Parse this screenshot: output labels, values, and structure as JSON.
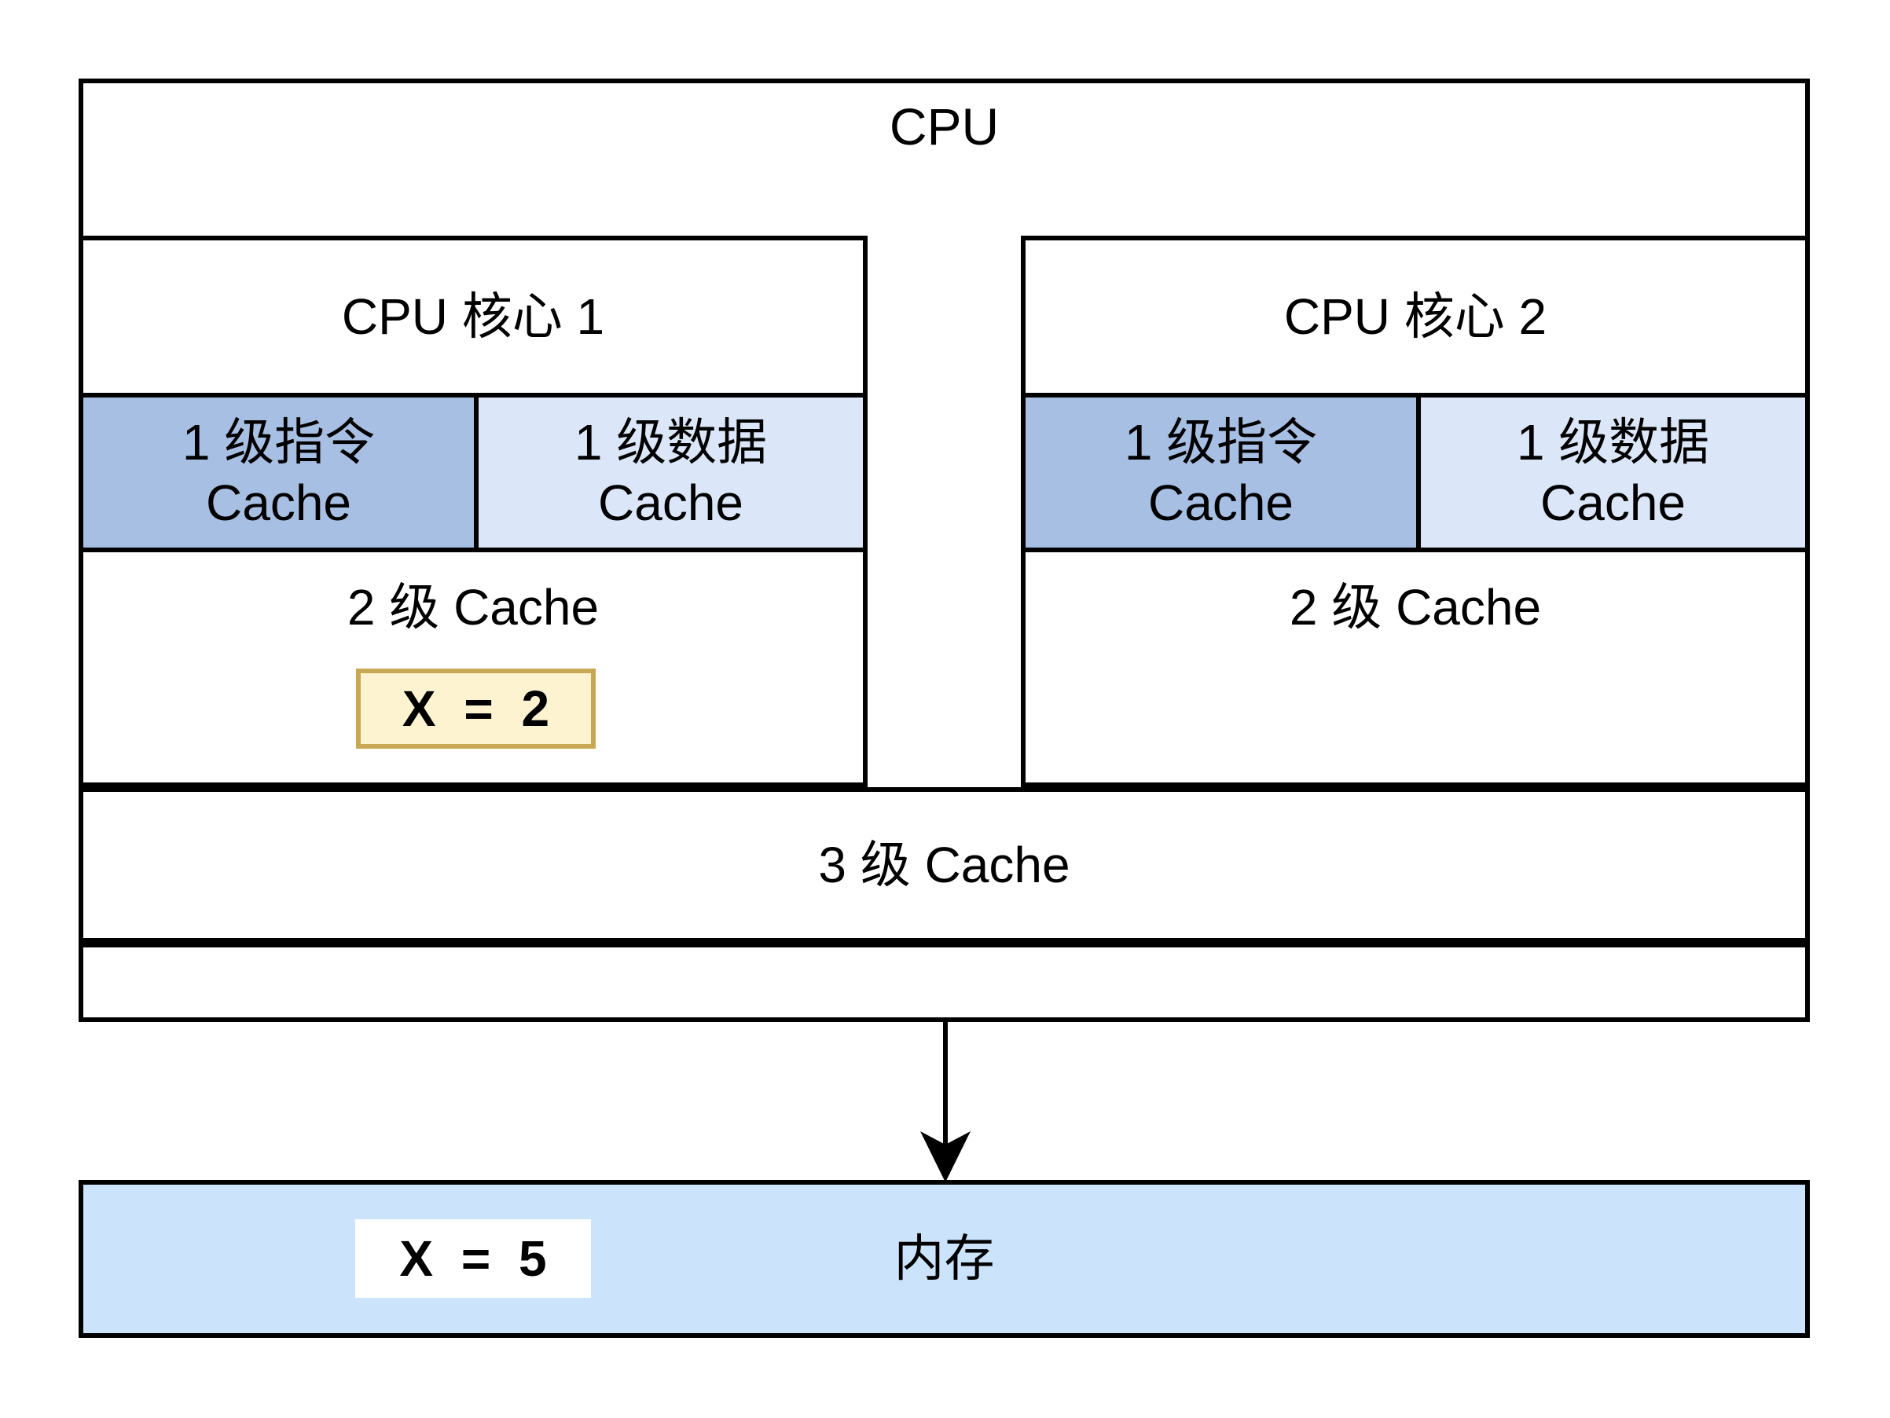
{
  "diagram": {
    "cpu_label": "CPU",
    "cores": [
      {
        "title": "CPU 核心 1",
        "l1_instruction": {
          "line1": "1 级指令",
          "line2": "Cache"
        },
        "l1_data": {
          "line1": "1 级数据",
          "line2": "Cache"
        },
        "l2_label": "2 级 Cache",
        "l2_value": "X = 2"
      },
      {
        "title": "CPU 核心 2",
        "l1_instruction": {
          "line1": "1 级指令",
          "line2": "Cache"
        },
        "l1_data": {
          "line1": "1 级数据",
          "line2": "Cache"
        },
        "l2_label": "2 级 Cache"
      }
    ],
    "l3_label": "3 级 Cache",
    "memory": {
      "label": "内存",
      "value": "X = 5"
    },
    "colors": {
      "l1_instruction_fill": "#a8bfe4",
      "l1_data_fill": "#dbe7f8",
      "memory_fill": "#cbe4fb",
      "highlight_fill": "#fdf3d1",
      "highlight_border": "#c8a855",
      "line": "#000000",
      "background": "#ffffff"
    }
  }
}
